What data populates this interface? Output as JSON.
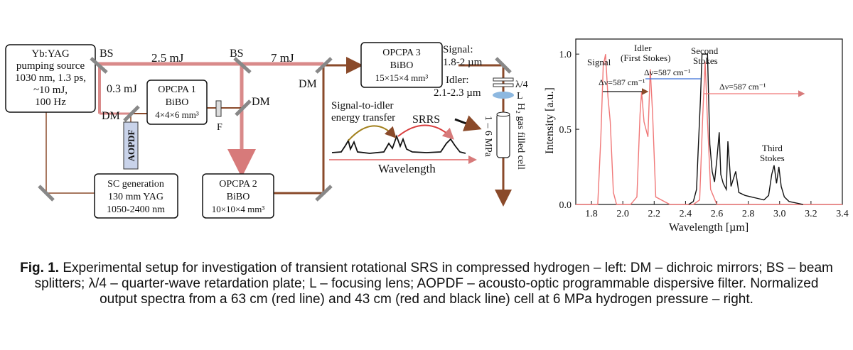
{
  "setup": {
    "pump_box": [
      "Yb:YAG",
      "pumping source",
      "1030 nm, 1.3 ps,",
      "~10 mJ,",
      "100 Hz"
    ],
    "opcpa1": [
      "OPCPA 1",
      "BiBO",
      "4×4×6 mm³"
    ],
    "opcpa2": [
      "OPCPA 2",
      "BiBO",
      "10×10×4 mm³"
    ],
    "opcpa3": [
      "OPCPA 3",
      "BiBO",
      "15×15×4 mm³"
    ],
    "sc_box": [
      "SC generation",
      "130 mm YAG",
      "1050-2400 nm"
    ],
    "aopdf": "AOPDF",
    "labels": {
      "bs1": "BS",
      "bs2": "BS",
      "dm1": "DM",
      "dm2": "DM",
      "dm3": "DM",
      "e_2_5": "2.5 mJ",
      "e_7": "7 mJ",
      "e_0_3": "0.3 mJ",
      "f": "F",
      "signal": "Signal:",
      "signal_range": "1.8-2 µm",
      "idler": "Idler:",
      "idler_range": "2.1-2.3 µm",
      "qwp": "λ/4",
      "lens": "L",
      "pressure": "1 – 6 MPa",
      "cell": "H₂ gas filled cell",
      "transfer1": "Signal-to-idler",
      "transfer2": "energy transfer",
      "srrs": "SRRS",
      "wavelength": "Wavelength"
    }
  },
  "chart_data": {
    "type": "line",
    "xlabel": "Wavelength [µm]",
    "ylabel": "Intensity [a.u.]",
    "xlim": [
      1.7,
      3.4
    ],
    "ylim": [
      0,
      1.1
    ],
    "xticks": [
      "1.8",
      "2.0",
      "2.2",
      "2.4",
      "2.6",
      "2.8",
      "3.0",
      "3.2",
      "3.4"
    ],
    "yticks": [
      "0.0",
      "0.5",
      "1.0"
    ],
    "series": [
      {
        "color": "#f07878",
        "x": [
          1.7,
          1.84,
          1.86,
          1.875,
          1.89,
          1.905,
          1.92,
          1.94,
          1.96,
          2.05,
          2.09,
          2.11,
          2.12,
          2.135,
          2.16,
          2.175,
          2.19,
          2.21,
          2.3,
          2.45,
          2.49,
          2.51,
          2.525,
          2.54,
          2.56,
          2.6,
          3.4
        ],
        "y": [
          0.0,
          0.0,
          0.45,
          0.92,
          1.0,
          0.72,
          0.55,
          0.08,
          0.0,
          0.0,
          0.05,
          0.6,
          0.75,
          0.55,
          0.45,
          0.9,
          0.6,
          0.05,
          0.0,
          0.0,
          0.03,
          0.6,
          0.95,
          0.55,
          0.1,
          0.0,
          0.0
        ]
      },
      {
        "color": "#111111",
        "x": [
          2.42,
          2.45,
          2.47,
          2.48,
          2.495,
          2.505,
          2.54,
          2.555,
          2.57,
          2.585,
          2.6,
          2.615,
          2.625,
          2.64,
          2.66,
          2.67,
          2.69,
          2.72,
          2.74,
          2.78,
          2.82,
          2.86,
          2.9,
          2.93,
          2.95,
          2.965,
          2.98,
          2.995,
          3.01,
          3.03,
          3.06,
          3.15
        ],
        "y": [
          0.0,
          0.02,
          0.1,
          0.35,
          0.7,
          1.0,
          1.0,
          0.4,
          0.22,
          0.15,
          0.3,
          0.48,
          0.2,
          0.14,
          0.1,
          0.42,
          0.12,
          0.22,
          0.08,
          0.06,
          0.05,
          0.04,
          0.03,
          0.06,
          0.2,
          0.26,
          0.14,
          0.25,
          0.12,
          0.05,
          0.02,
          0.0
        ]
      }
    ],
    "annotations": {
      "signal": "Signal",
      "idler1": "Idler",
      "idler2": "(First Stokes)",
      "second1": "Second",
      "second2": "Stokes",
      "third1": "Third",
      "third2": "Stokes",
      "dv1": "Δν=587 cm⁻¹",
      "dv2": "Δν=587 cm⁻¹",
      "dv3": "Δν=587 cm⁻¹"
    }
  },
  "caption": {
    "label": "Fig. 1.",
    "text": " Experimental setup for investigation of transient rotational SRS in compressed hydrogen – left: DM – dichroic mirrors; BS – beam splitters; λ/4 – quarter-wave retardation plate; L – focusing lens; AOPDF – acousto-optic programmable dispersive filter. Normalized output spectra from a 63 cm (red line) and 43 cm (red and black line) cell at 6 MPa hydrogen pressure – right."
  }
}
